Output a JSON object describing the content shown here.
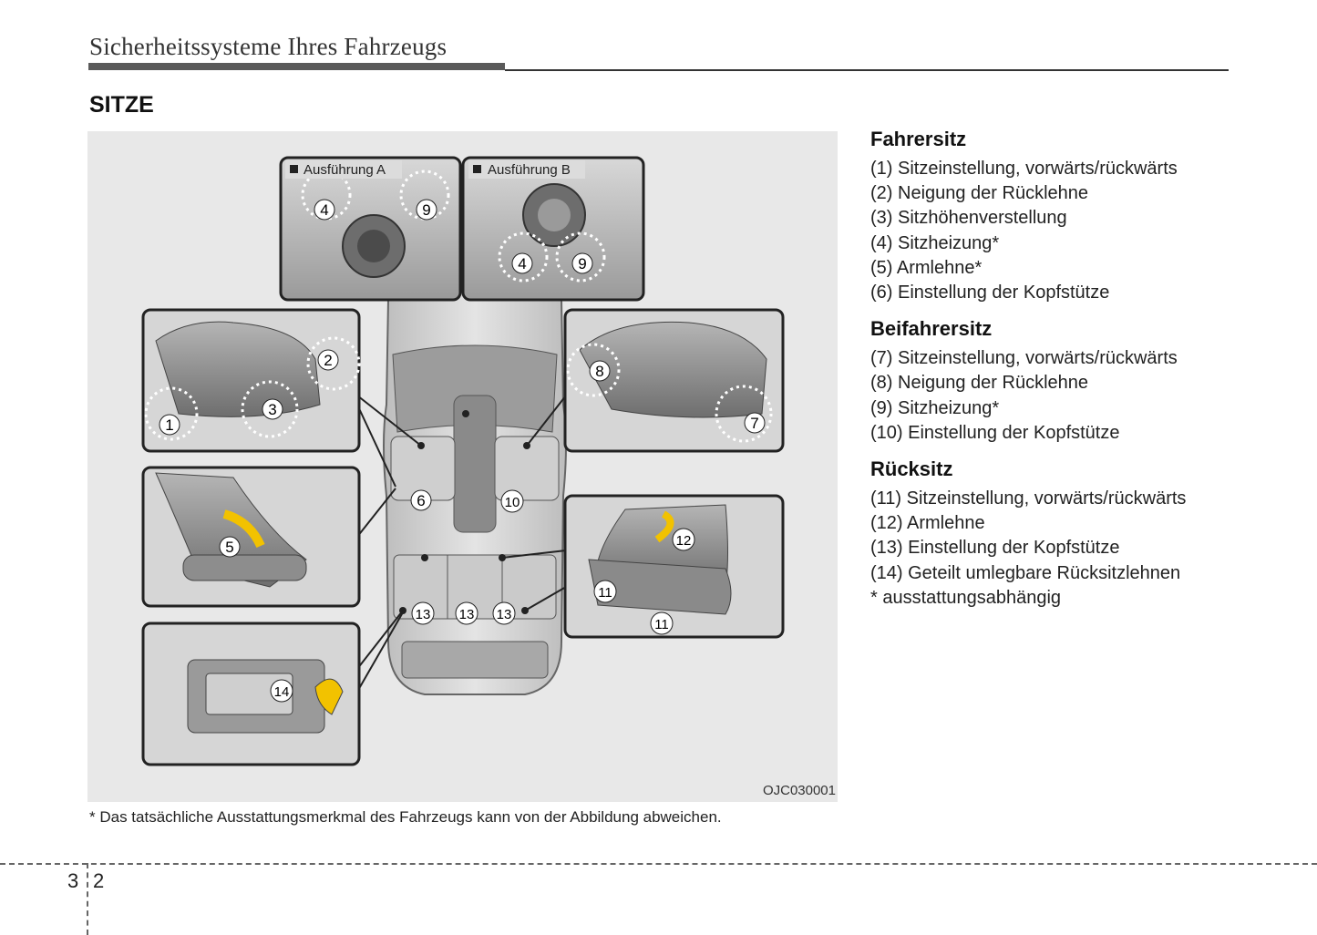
{
  "header": {
    "title": "Sicherheitssysteme Ihres Fahrzeugs"
  },
  "section": {
    "title": "SITZE"
  },
  "figure": {
    "code": "OJC030001",
    "variant_a": "Ausführung A",
    "variant_b": "Ausführung B",
    "callouts": [
      "1",
      "2",
      "3",
      "4",
      "5",
      "6",
      "7",
      "8",
      "9",
      "10",
      "11",
      "12",
      "13",
      "14"
    ]
  },
  "footnote": "* Das tatsächliche Ausstattungsmerkmal des Fahrzeugs kann von der Abbildung abweichen.",
  "groups": [
    {
      "title": "Fahrersitz",
      "items": [
        "(1) Sitzeinstellung, vorwärts/rückwärts",
        "(2) Neigung der Rücklehne",
        "(3) Sitzhöhenverstellung",
        "(4) Sitzheizung*",
        "(5) Armlehne*",
        "(6) Einstellung der Kopfstütze"
      ]
    },
    {
      "title": "Beifahrersitz",
      "items": [
        "(7) Sitzeinstellung, vorwärts/rückwärts",
        "(8) Neigung der Rücklehne",
        "(9) Sitzheizung*",
        "(10) Einstellung der Kopfstütze"
      ]
    },
    {
      "title": "Rücksitz",
      "items": [
        "(11) Sitzeinstellung, vorwärts/rückwärts",
        "(12) Armlehne",
        "(13) Einstellung der Kopfstütze",
        "(14) Geteilt umlegbare Rücksitzlehnen",
        "* ausstattungsabhängig"
      ]
    }
  ],
  "page": {
    "chapter": "3",
    "number": "2"
  },
  "colors": {
    "arrow": "#f2c200",
    "rule": "#5a5a5a",
    "figure_bg": "#e8e8e8"
  }
}
